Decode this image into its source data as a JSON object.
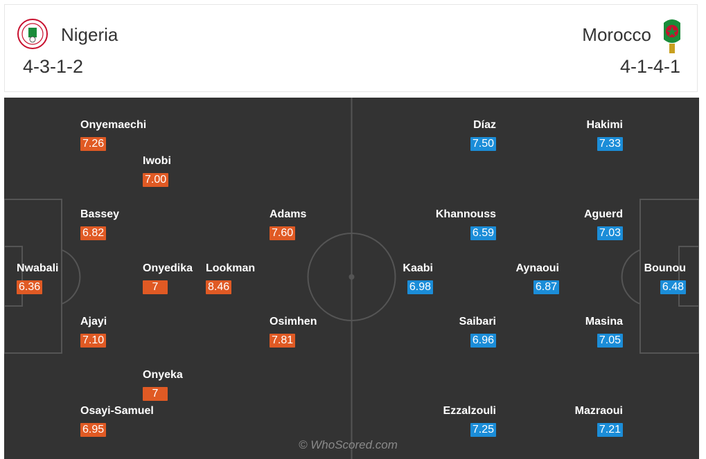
{
  "home": {
    "name": "Nigeria",
    "formation": "4-3-1-2",
    "color": "#e05a24",
    "crest_icon": "nigeria-crest-icon",
    "players": [
      {
        "name": "Onyemaechi",
        "rating": "7.26"
      },
      {
        "name": "Iwobi",
        "rating": "7.00"
      },
      {
        "name": "Bassey",
        "rating": "6.82"
      },
      {
        "name": "Adams",
        "rating": "7.60"
      },
      {
        "name": "Nwabali",
        "rating": "6.36"
      },
      {
        "name": "Onyedika",
        "rating": "7"
      },
      {
        "name": "Lookman",
        "rating": "8.46"
      },
      {
        "name": "Ajayi",
        "rating": "7.10"
      },
      {
        "name": "Osimhen",
        "rating": "7.81"
      },
      {
        "name": "Onyeka",
        "rating": "7"
      },
      {
        "name": "Osayi-Samuel",
        "rating": "6.95"
      }
    ]
  },
  "away": {
    "name": "Morocco",
    "formation": "4-1-4-1",
    "color": "#1b8dd8",
    "crest_icon": "morocco-crest-icon",
    "players": [
      {
        "name": "Díaz",
        "rating": "7.50"
      },
      {
        "name": "Hakimi",
        "rating": "7.33"
      },
      {
        "name": "Khannouss",
        "rating": "6.59"
      },
      {
        "name": "Aguerd",
        "rating": "7.03"
      },
      {
        "name": "Kaabi",
        "rating": "6.98"
      },
      {
        "name": "Aynaoui",
        "rating": "6.87"
      },
      {
        "name": "Bounou",
        "rating": "6.48"
      },
      {
        "name": "Saibari",
        "rating": "6.96"
      },
      {
        "name": "Masina",
        "rating": "7.05"
      },
      {
        "name": "Ezzalzouli",
        "rating": "7.25"
      },
      {
        "name": "Mazraoui",
        "rating": "7.21"
      }
    ]
  },
  "watermark": "© WhoScored.com"
}
